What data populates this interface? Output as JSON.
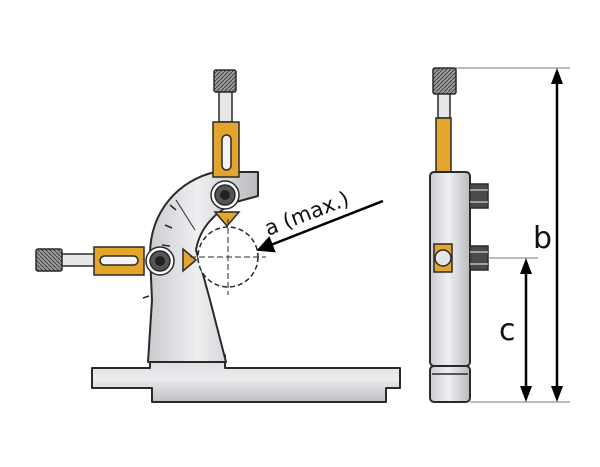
{
  "figure": {
    "callout_label": "a (max.)",
    "dimension_b_label": "b",
    "dimension_c_label": "c"
  },
  "colors": {
    "body_grey": "#dcdde0",
    "outline": "#2a2a2a",
    "brass": "#e3a52c",
    "knurl": "#555555",
    "dimension_line": "#000000"
  }
}
